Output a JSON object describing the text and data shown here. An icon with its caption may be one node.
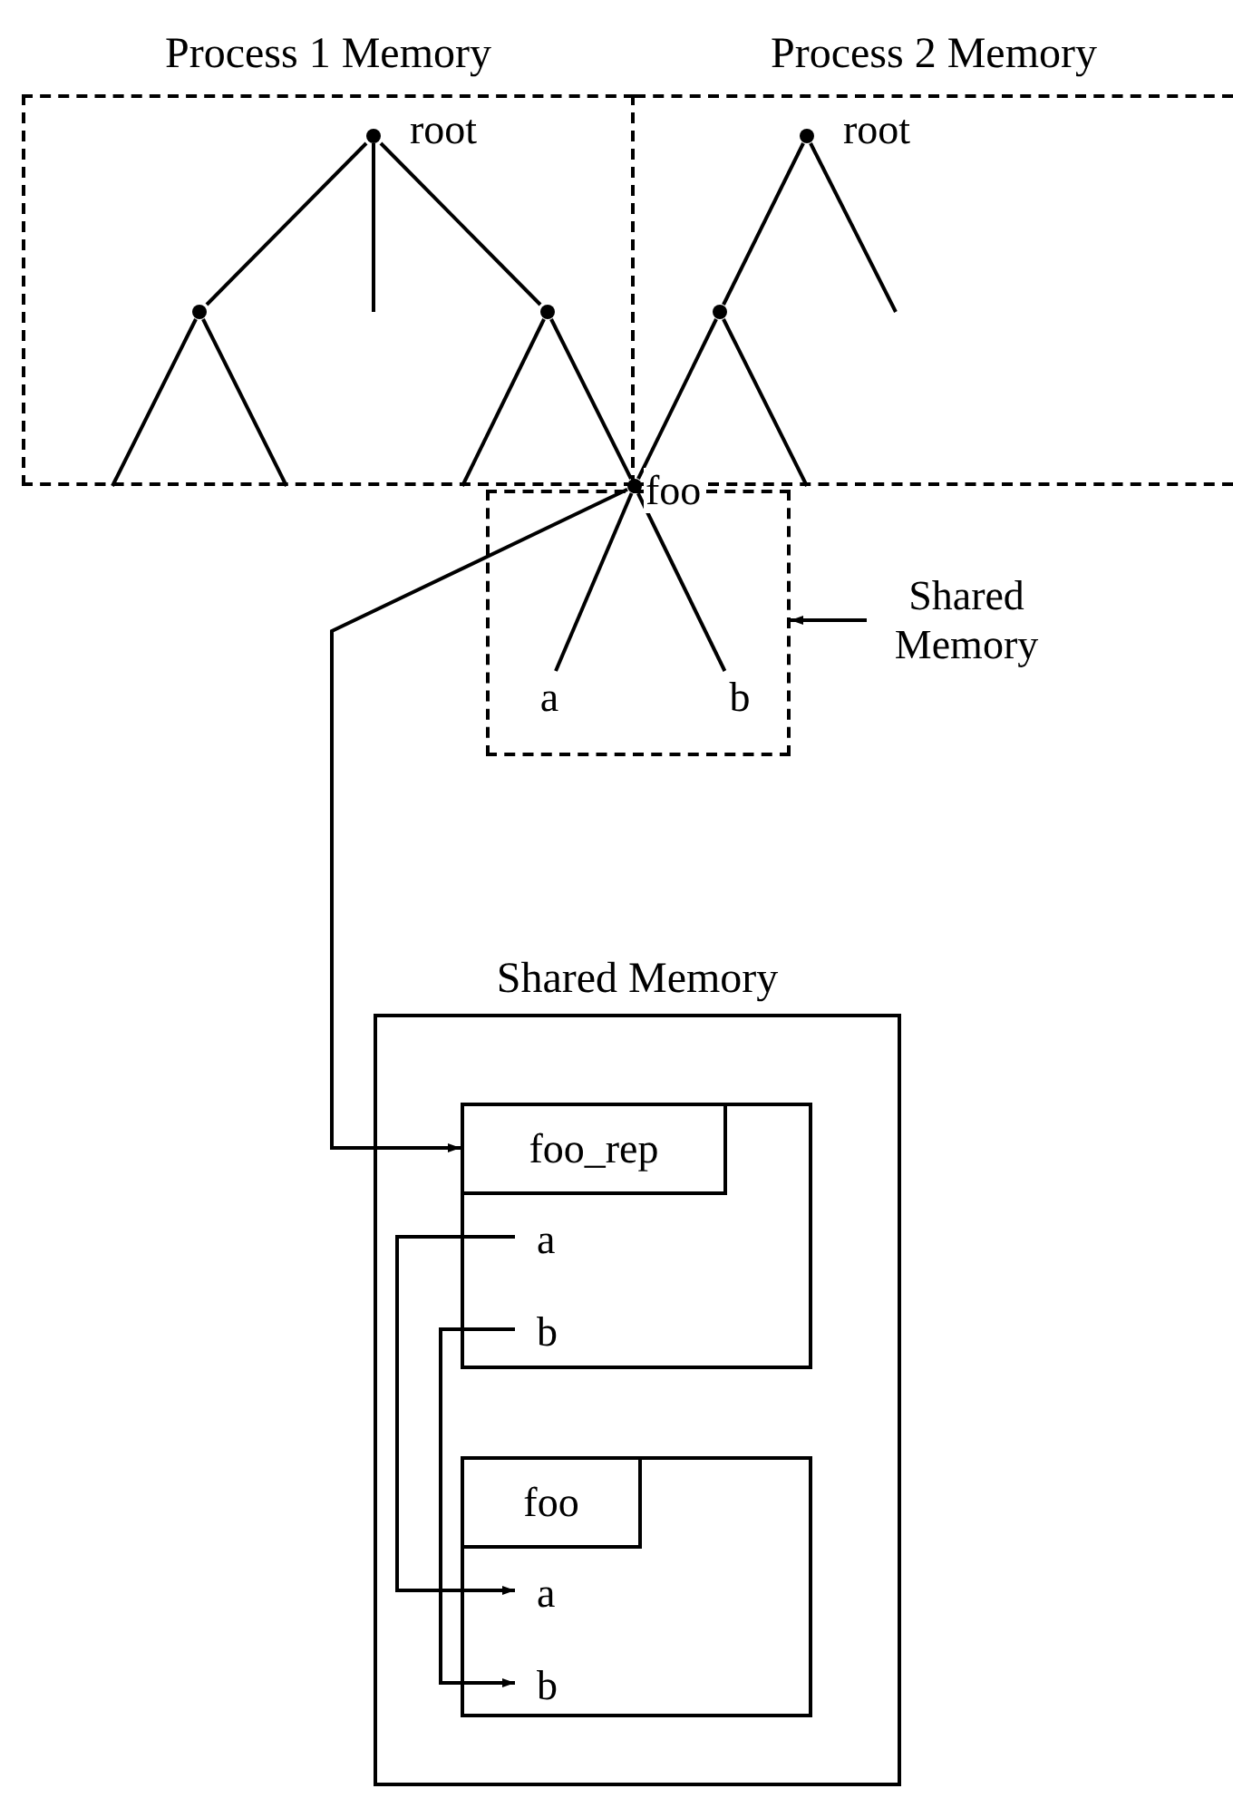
{
  "diagram": {
    "nodes": [
      {
        "text": [
          "Process 1 Memory"
        ]
      },
      {
        "text": [
          "Process 2 Memory"
        ]
      },
      {
        "text": [],
        "shape": "circle",
        "beside": [
          "root"
        ],
        "in": 0
      },
      {
        "text": [],
        "shape": "circle",
        "in": 0
      },
      {
        "text": [],
        "shape": "circle",
        "in": 0
      },
      {
        "text": [],
        "shape": "circle",
        "beside": [
          "root"
        ],
        "in": 1
      },
      {
        "text": [],
        "shape": "circle",
        "in": 1
      },
      {
        "text": [],
        "shape": "circle",
        "beside": [
          "foo"
        ]
      },
      {
        "text": [],
        "shape": "box"
      },
      {
        "text": [
          "a"
        ],
        "in": 8
      },
      {
        "text": [
          "b"
        ],
        "in": 8
      },
      {
        "text": [
          "Shared Memory"
        ]
      },
      {
        "text": [
          "Shared Memory"
        ]
      },
      {
        "text": [],
        "shape": "box",
        "in": 12
      },
      {
        "text": [
          "foo_rep"
        ],
        "in": 13
      },
      {
        "text": [
          "a"
        ],
        "in": 13
      },
      {
        "text": [
          "b"
        ],
        "in": 13
      },
      {
        "text": [],
        "shape": "box",
        "in": 12
      },
      {
        "text": [
          "foo"
        ],
        "in": 17
      },
      {
        "text": [
          "a"
        ],
        "in": 17
      },
      {
        "text": [
          "b"
        ],
        "in": 17
      }
    ],
    "edges": [
      {
        "from": 2,
        "to": 3,
        "arrow": "none"
      },
      {
        "from": 2,
        "to": null,
        "arrow": "none"
      },
      {
        "from": 2,
        "to": 4,
        "arrow": "none"
      },
      {
        "from": 3,
        "to": null,
        "arrow": "none"
      },
      {
        "from": 3,
        "to": null,
        "arrow": "none"
      },
      {
        "from": 4,
        "to": null,
        "arrow": "none"
      },
      {
        "from": 4,
        "to": 7,
        "arrow": "none"
      },
      {
        "from": 5,
        "to": 6,
        "arrow": "none"
      },
      {
        "from": 5,
        "to": null,
        "arrow": "none"
      },
      {
        "from": 6,
        "to": 7,
        "arrow": "none"
      },
      {
        "from": 6,
        "to": null,
        "arrow": "none"
      },
      {
        "from": 7,
        "to": 9,
        "arrow": "none"
      },
      {
        "from": 7,
        "to": 10,
        "arrow": "none"
      },
      {
        "from": 7,
        "to": 14,
        "arrow": "to"
      },
      {
        "from": 15,
        "to": 19,
        "arrow": "to"
      },
      {
        "from": 16,
        "to": 20,
        "arrow": "to"
      },
      {
        "from": 11,
        "to": 8,
        "arrow": "to"
      }
    ]
  }
}
